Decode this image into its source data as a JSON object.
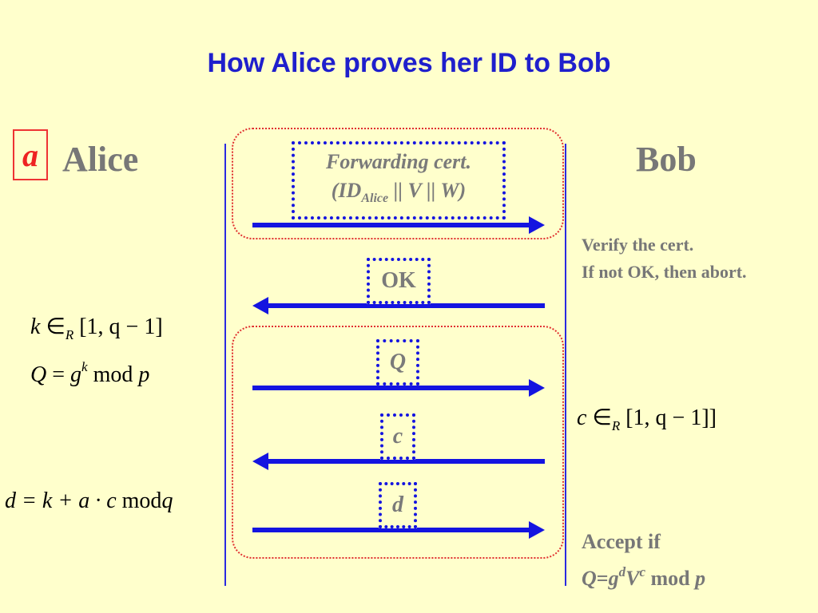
{
  "title": "How Alice proves her ID to Bob",
  "participants": {
    "alice": "Alice",
    "bob": "Bob",
    "alice_secret_label": "a"
  },
  "messages": [
    {
      "from": "Alice",
      "to": "Bob",
      "line1": "Forwarding cert.",
      "line2_open": "(ID",
      "line2_sub": "Alice",
      "line2_rest": " || V || W)"
    },
    {
      "from": "Bob",
      "to": "Alice",
      "label": "OK"
    },
    {
      "from": "Alice",
      "to": "Bob",
      "label": "Q"
    },
    {
      "from": "Bob",
      "to": "Alice",
      "label": "c"
    },
    {
      "from": "Alice",
      "to": "Bob",
      "label": "d"
    }
  ],
  "bob_notes": {
    "verify": {
      "line1": "Verify the cert.",
      "line2": "If not OK, then abort."
    },
    "accept": {
      "line1": "Accept if",
      "q": "Q",
      "eq": "=",
      "g": "g",
      "exp_d": "d",
      "v": "V",
      "exp_c": "c",
      "mod": " mod ",
      "p": "p"
    }
  },
  "alice_math": {
    "k_choice": {
      "var": "k",
      "in": "∈",
      "sub": "R",
      "range": "[1, q − 1]"
    },
    "q_def": {
      "lhs": "Q",
      "eq": " = ",
      "base": "g",
      "exp": "k",
      "mod": " mod ",
      "p": "p"
    },
    "d_def": {
      "lhs": "d",
      "expr": " = k + a · c ",
      "mod": "mod",
      "q": "q"
    }
  },
  "bob_math": {
    "c_choice": {
      "var": "c",
      "in": "∈",
      "sub": "R",
      "range": "[1, q − 1]]"
    }
  },
  "colors": {
    "background": "#ffffcc",
    "title": "#1f1fcc",
    "arrow": "#1414e0",
    "group_border": "#e03030",
    "text_gray": "#777777",
    "secret_red": "#e22222"
  }
}
